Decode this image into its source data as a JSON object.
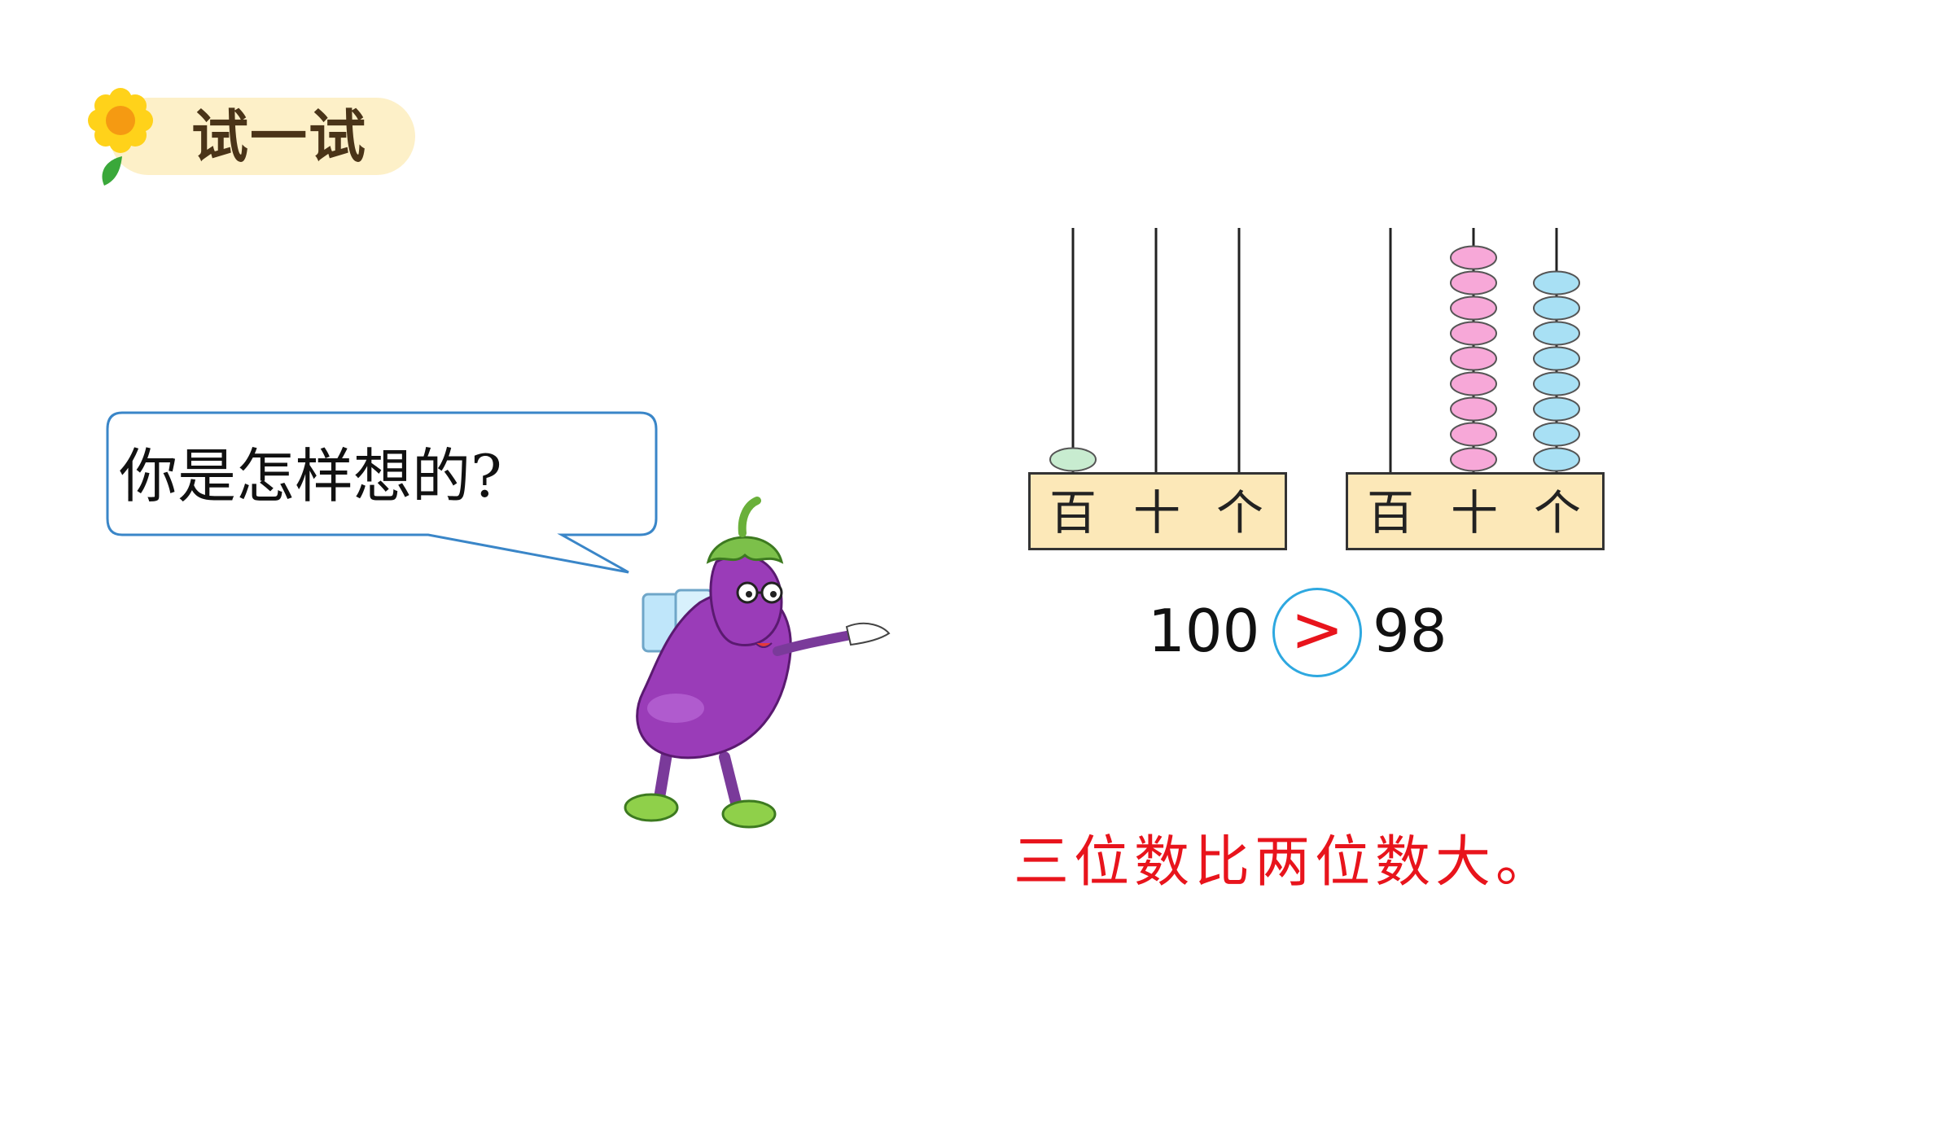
{
  "header": {
    "title": "试一试",
    "icon": "sunflower-icon",
    "pill_color": "#fdf0c8"
  },
  "bubble": {
    "text": "你是怎样想的?",
    "border_color": "#3a86c8"
  },
  "character": {
    "icon": "eggplant-character"
  },
  "abacus_left": {
    "labels": [
      "百",
      "十",
      "个"
    ],
    "beads": {
      "hundreds": 1,
      "tens": 0,
      "ones": 0
    },
    "bead_color": "#c8ecd0"
  },
  "abacus_right": {
    "labels": [
      "百",
      "十",
      "个"
    ],
    "beads": {
      "hundreds": 0,
      "tens": 9,
      "ones": 8
    },
    "tens_bead_color": "#f7a8d8",
    "ones_bead_color": "#a8e0f4"
  },
  "comparison": {
    "left": "100",
    "symbol": ">",
    "right": "98",
    "symbol_color": "#e8141c",
    "circle_color": "#2ea8e0"
  },
  "conclusion": {
    "text": "三位数比两位数大。",
    "color": "#e8141c"
  }
}
